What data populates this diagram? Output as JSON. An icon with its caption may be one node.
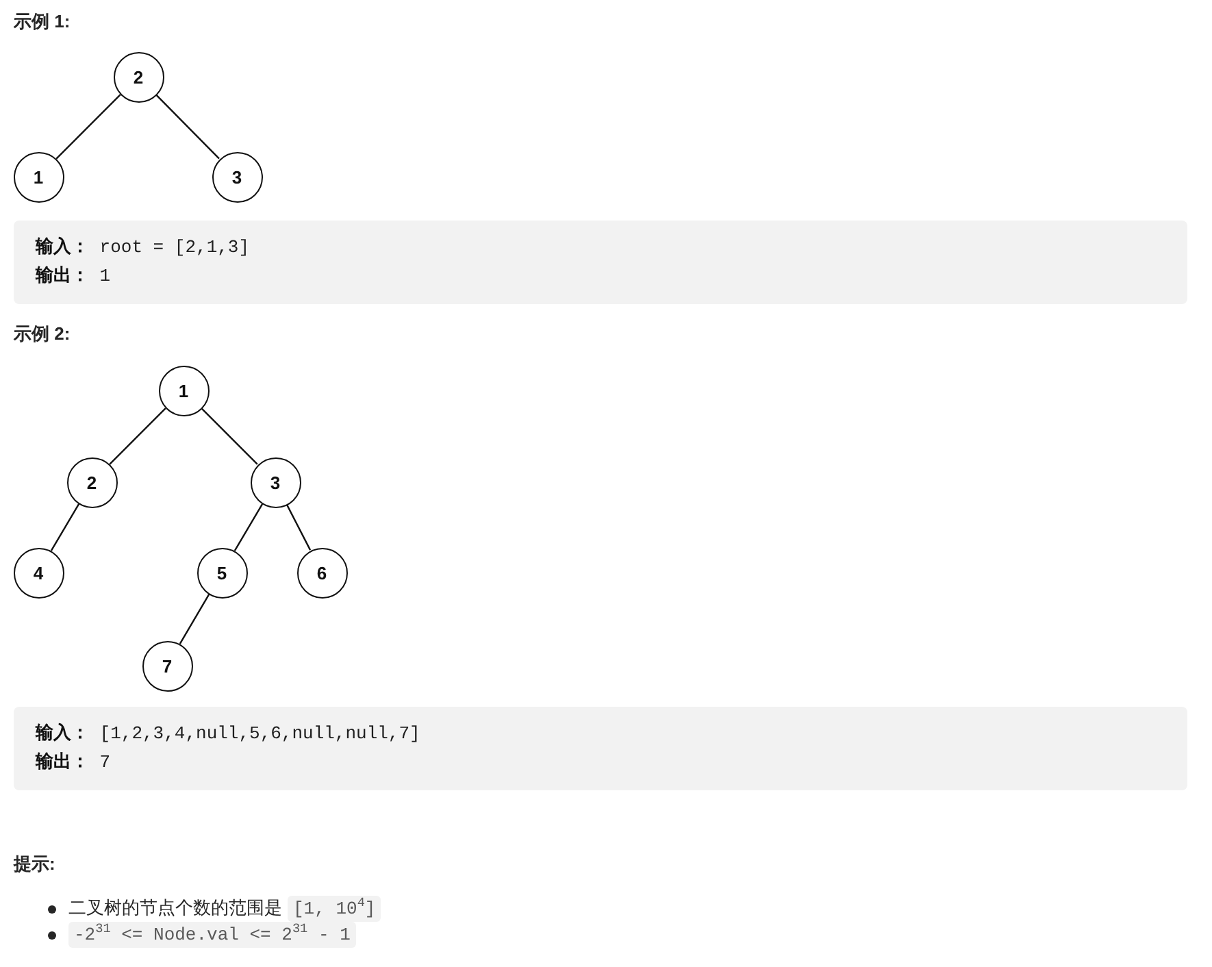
{
  "diagram": {
    "nodes": [
      {
        "text": [
          "2"
        ]
      },
      {
        "text": [
          "1"
        ]
      },
      {
        "text": [
          "3"
        ]
      },
      {
        "text": [
          "**输入：** root = [2,1,3]",
          "**输出：** 1"
        ]
      },
      {
        "text": [
          "1"
        ]
      },
      {
        "text": [
          "2"
        ]
      },
      {
        "text": [
          "3"
        ]
      },
      {
        "text": [
          "4"
        ]
      },
      {
        "text": [
          "5"
        ]
      },
      {
        "text": [
          "6"
        ]
      },
      {
        "text": [
          "7"
        ]
      },
      {
        "text": [
          "**输入：** [1,2,3,4,null,5,6,null,null,7]",
          "**输出：** 7"
        ]
      }
    ],
    "edges": [
      {
        "from": 0,
        "to": 1,
        "arrow": "none"
      },
      {
        "from": 0,
        "to": 2,
        "arrow": "none"
      },
      {
        "from": 4,
        "to": 5,
        "arrow": "none"
      },
      {
        "from": 4,
        "to": 6,
        "arrow": "none"
      },
      {
        "from": 5,
        "to": 7,
        "arrow": "none"
      },
      {
        "from": 6,
        "to": 8,
        "arrow": "none"
      },
      {
        "from": 6,
        "to": 9,
        "arrow": "none"
      },
      {
        "from": 8,
        "to": 10,
        "arrow": "none"
      }
    ],
    "labels": [
      "示例 1:",
      "示例 2:",
      "提示:",
      "二叉树的节点个数的范围是",
      "[1, 10$^{4}$]",
      "-2$^{31}$ <= Node.val <= 2$^{31}$ - 1"
    ]
  }
}
